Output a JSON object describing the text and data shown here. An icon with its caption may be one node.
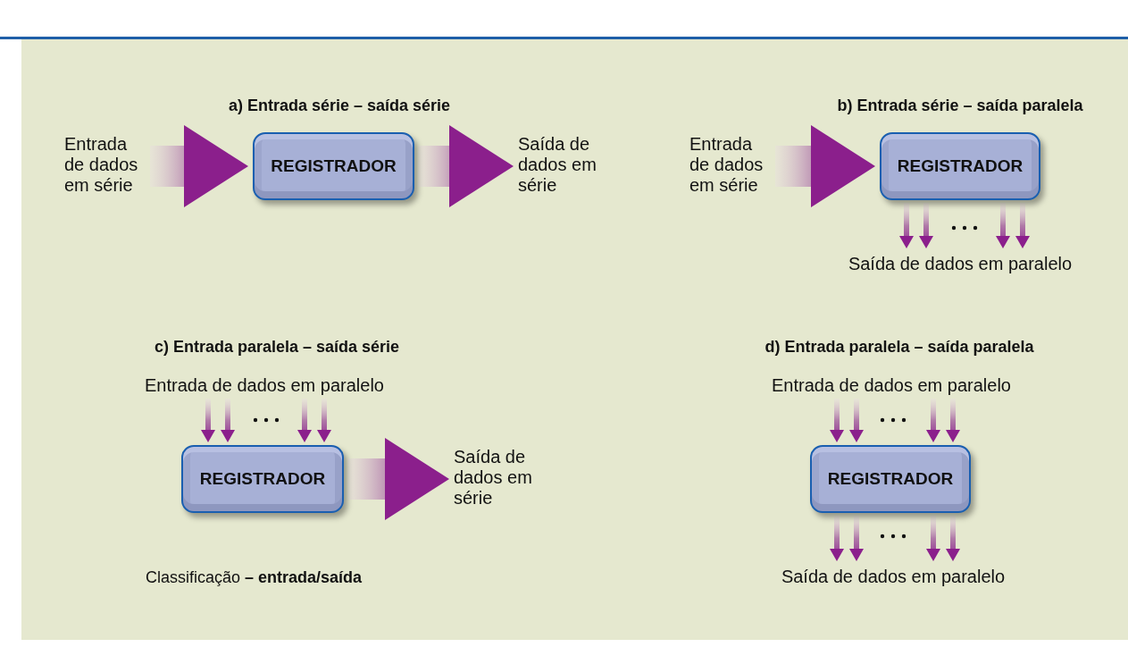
{
  "diagram": {
    "caption": "Classificação **– entrada/saída**",
    "nodes": [
      {
        "text": [
          "Entrada de dados em série"
        ]
      },
      {
        "text": [
          "REGISTRADOR"
        ]
      },
      {
        "text": [
          "Saída de dados em série"
        ]
      },
      {
        "text": [
          "Entrada de dados em série"
        ]
      },
      {
        "text": [
          "REGISTRADOR"
        ]
      },
      {
        "text": [
          "Saída de dados em paralelo"
        ]
      },
      {
        "text": [
          "Entrada de dados em paralelo"
        ]
      },
      {
        "text": [
          "REGISTRADOR"
        ]
      },
      {
        "text": [
          "Saída de dados em série"
        ]
      },
      {
        "text": [
          "Entrada de dados em paralelo"
        ]
      },
      {
        "text": [
          "REGISTRADOR"
        ]
      },
      {
        "text": [
          "Saída de dados em paralelo"
        ]
      }
    ],
    "edges": [
      {
        "from": 0,
        "to": 1,
        "arrow": "to",
        "style": "thick"
      },
      {
        "from": 1,
        "to": 2,
        "arrow": "to",
        "style": "thick"
      },
      {
        "from": 3,
        "to": 4,
        "arrow": "to",
        "style": "thick"
      },
      {
        "from": 4,
        "to": 5,
        "arrow": "to"
      },
      {
        "from": 4,
        "to": 5,
        "arrow": "to"
      },
      {
        "from": 4,
        "to": 5,
        "arrow": "to"
      },
      {
        "from": 4,
        "to": 5,
        "arrow": "to"
      },
      {
        "from": 6,
        "to": 7,
        "arrow": "to"
      },
      {
        "from": 6,
        "to": 7,
        "arrow": "to"
      },
      {
        "from": 6,
        "to": 7,
        "arrow": "to"
      },
      {
        "from": 6,
        "to": 7,
        "arrow": "to"
      },
      {
        "from": 7,
        "to": 8,
        "arrow": "to",
        "style": "thick"
      },
      {
        "from": 9,
        "to": 10,
        "arrow": "to"
      },
      {
        "from": 9,
        "to": 10,
        "arrow": "to"
      },
      {
        "from": 9,
        "to": 10,
        "arrow": "to"
      },
      {
        "from": 9,
        "to": 10,
        "arrow": "to"
      },
      {
        "from": 10,
        "to": 11,
        "arrow": "to"
      },
      {
        "from": 10,
        "to": 11,
        "arrow": "to"
      },
      {
        "from": 10,
        "to": 11,
        "arrow": "to"
      },
      {
        "from": 10,
        "to": 11,
        "arrow": "to"
      }
    ],
    "labels": [
      "a) Entrada série – saída série",
      "b) Entrada série – saída paralela",
      "c) Entrada paralela – saída série",
      "d) Entrada paralela – saída paralela"
    ]
  }
}
